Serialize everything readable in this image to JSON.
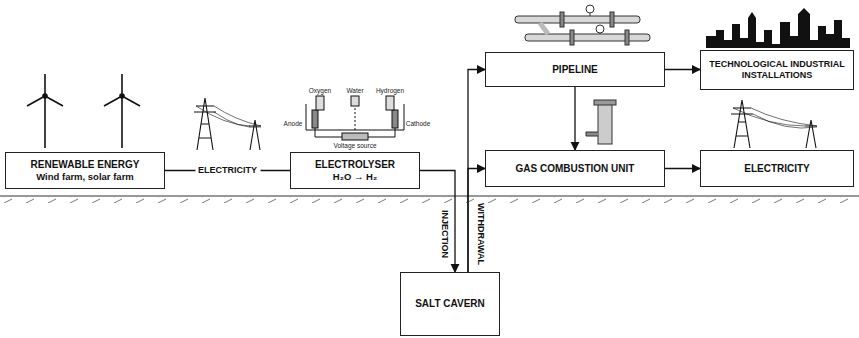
{
  "diagram": {
    "nodes": [
      {
        "text": [
          "RENEWABLE ENERGY",
          "Wind farm, solar farm"
        ]
      },
      {
        "text": [
          "ELECTROLYSER",
          "H₂O → H₂"
        ]
      },
      {
        "text": [
          "PIPELINE"
        ]
      },
      {
        "text": [
          "TECHNOLOGICAL INDUSTRIAL INSTALLATIONS"
        ]
      },
      {
        "text": [
          "GAS COMBUSTION UNIT"
        ]
      },
      {
        "text": [
          "ELECTRICITY"
        ]
      },
      {
        "text": [
          "SALT CAVERN"
        ]
      }
    ],
    "edges": [
      {
        "from": 0,
        "to": 1,
        "label": "ELECTRICITY",
        "arrow": "none"
      },
      {
        "from": 1,
        "to": 6,
        "label": "INJECTION",
        "arrow": "to"
      },
      {
        "from": 6,
        "to": 2,
        "label": "WITHDRAWAL",
        "arrow": "to"
      },
      {
        "from": 6,
        "to": 4,
        "arrow": "to"
      },
      {
        "from": 2,
        "to": 3,
        "arrow": "to"
      },
      {
        "from": 2,
        "to": 4,
        "arrow": "to"
      },
      {
        "from": 4,
        "to": 5,
        "arrow": "to"
      }
    ],
    "labels": [
      "Oxygen",
      "Water",
      "Hydrogen",
      "Anode",
      "Cathode",
      "Voltage source"
    ]
  }
}
